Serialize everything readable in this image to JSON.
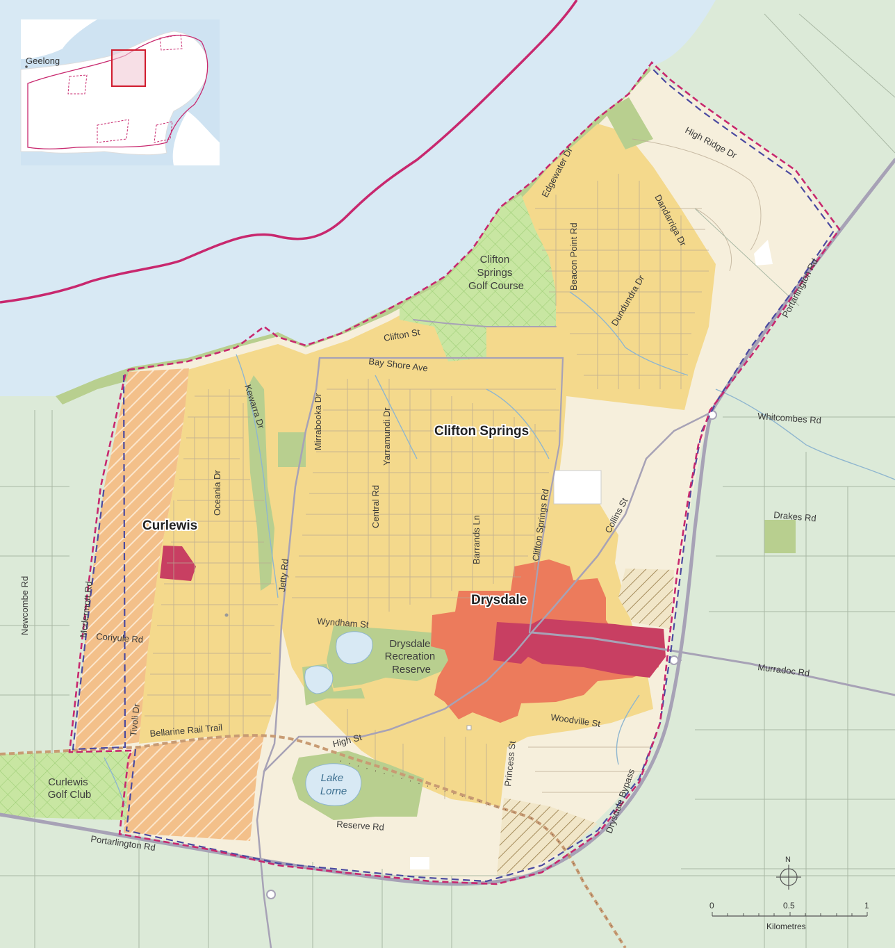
{
  "inset": {
    "city_label": "Geelong"
  },
  "towns": {
    "clifton_springs": "Clifton Springs",
    "curlewis": "Curlewis",
    "drysdale": "Drysdale"
  },
  "areas": {
    "golf_course": [
      "Clifton",
      "Springs",
      "Golf Course"
    ],
    "recreation_reserve": [
      "Drysdale",
      "Recreation",
      "Reserve"
    ],
    "golf_club": [
      "Curlewis",
      "Golf Club"
    ],
    "lake": [
      "Lake",
      "Lorne"
    ]
  },
  "roads": {
    "high_ridge": "High Ridge Dr",
    "edgewater": "Edgewater Dr",
    "beacon_point": "Beacon Point Rd",
    "dandarriga": "Dandarriga Dr",
    "dundundra": "Dundundra Dr",
    "portarlington_ne": "Portarlington Rd",
    "clifton_st": "Clifton St",
    "bay_shore": "Bay Shore Ave",
    "kewarra": "Kewarra Dr",
    "mirrabooka": "Mirrabooka Dr",
    "yarramundi": "Yarramundi Dr",
    "whitcombes": "Whitcombes Rd",
    "oceania": "Oceania Dr",
    "central": "Central Rd",
    "barrands": "Barrands Ln",
    "clifton_springs_rd": "Clifton Springs Rd",
    "collins": "Collins St",
    "drakes": "Drakes Rd",
    "newcombe": "Newcombe Rd",
    "mcdermott": "Mcdermott Rd",
    "jetty": "Jetty Rd",
    "wyndham": "Wyndham St",
    "coriyule": "Coriyule Rd",
    "murradoc": "Murradoc Rd",
    "tivoli": "Tivoli Dr",
    "woodville": "Woodville St",
    "rail_trail": "Bellarine Rail Trail",
    "high_st": "High St",
    "princess": "Princess St",
    "drysdale_bypass": "Drysdale Bypass",
    "reserve_rd": "Reserve Rd",
    "portarlington_sw": "Portarlington Rd"
  },
  "scale": {
    "zero": "0",
    "half": "0.5",
    "one": "1",
    "unit": "Kilometres"
  },
  "north": "N",
  "colors": {
    "water": "#d8e9f4",
    "land": "#dcead8",
    "residential": "#f4d98c",
    "rural_living": "#f6efdc",
    "park": "#b8cf8f",
    "golf": "#c6e6a0",
    "commercial_core": "#c83f62",
    "commercial_fringe": "#ec7b5c",
    "boundary_magenta": "#c8286e",
    "boundary_purple": "#4b4aa0",
    "future_hatch": "#f2b27e"
  }
}
